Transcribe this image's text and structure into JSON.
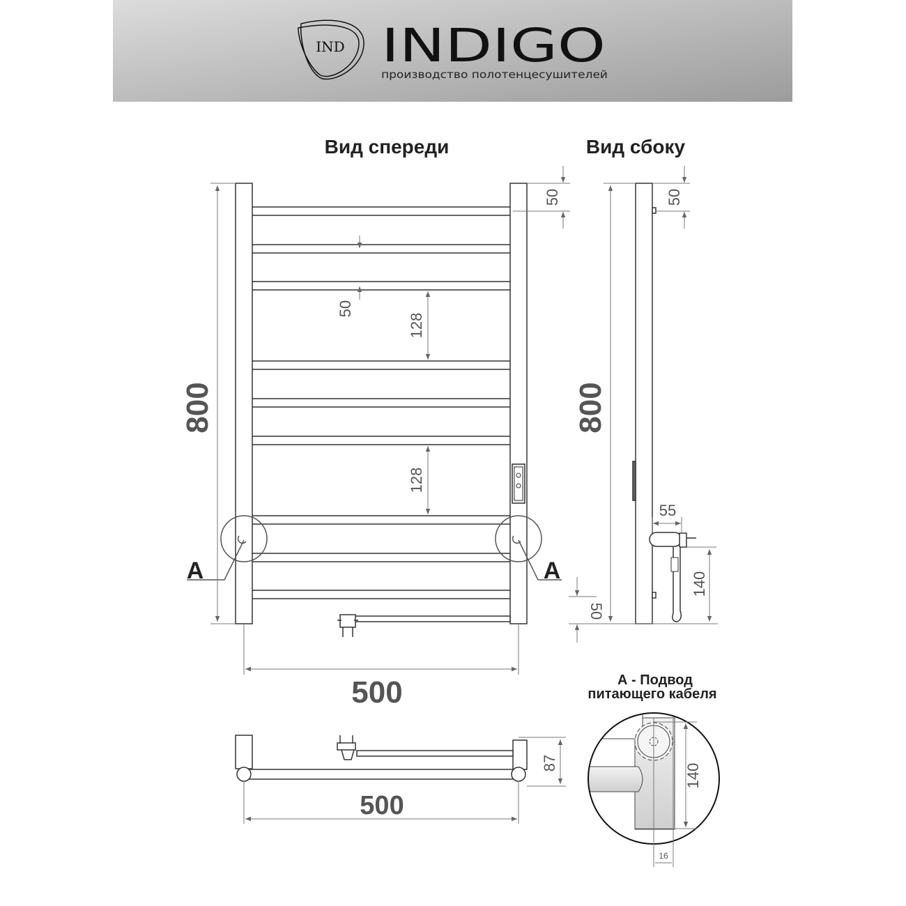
{
  "header": {
    "logo_mark": "IND",
    "brand": "INDIGO",
    "tagline": "производство полотенцесушителей"
  },
  "views": {
    "front_title": "Вид спереди",
    "side_title": "Вид сбоку",
    "detail_title_line1": "А - Подвод",
    "detail_title_line2": "питающего кабеля"
  },
  "dimensions": {
    "front_height": "800",
    "front_width": "500",
    "top_offset": "50",
    "bar_gap": "50",
    "section_gap_1": "128",
    "section_gap_2": "128",
    "bottom_offset": "50",
    "side_height": "800",
    "side_top_offset": "50",
    "side_depth": "55",
    "side_cable_height": "140",
    "top_view_width": "500",
    "top_view_depth": "87",
    "detail_height": "140",
    "detail_width": "16"
  },
  "labels": {
    "detail_marker_left": "А",
    "detail_marker_right": "А"
  }
}
